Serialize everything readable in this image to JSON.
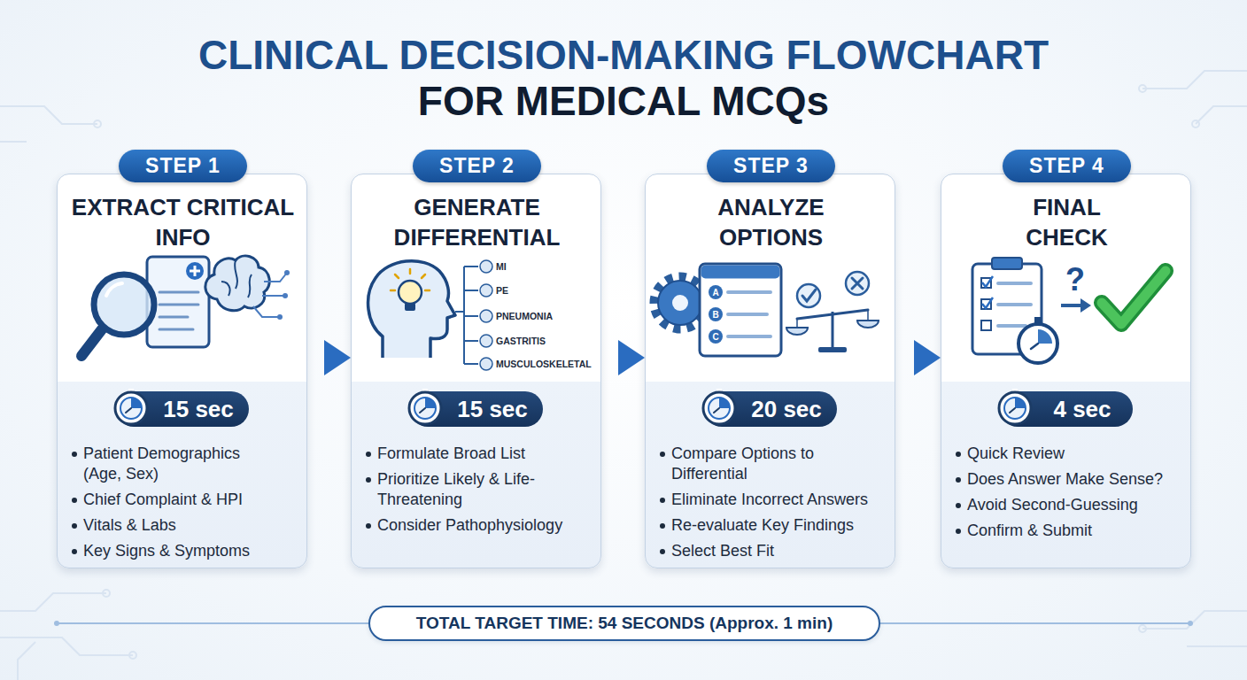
{
  "diagram": {
    "title": "CLINICAL DECISION-MAKING FLOWCHART FOR MEDICAL MCQs",
    "nodes": [
      {
        "text": [
          "EXTRACT CRITICAL INFO",
          "Patient Demographics (Age, Sex)",
          "Chief Complaint & HPI",
          "Vitals & Labs",
          "Key Signs & Symptoms"
        ]
      },
      {
        "text": [
          "STEP 1"
        ],
        "in": 0
      },
      {
        "text": [
          "15 sec"
        ],
        "in": 0
      },
      {
        "text": [
          "GENERATE DIFFERENTIAL",
          "Formulate Broad List",
          "Prioritize Likely & Life-Threatening",
          "Consider Pathophysiology"
        ]
      },
      {
        "text": [
          "STEP 2"
        ],
        "in": 3
      },
      {
        "text": [
          "15 sec"
        ],
        "in": 3
      },
      {
        "text": [
          "ANALYZE OPTIONS",
          "Compare Options to Differential",
          "Eliminate Incorrect Answers",
          "Re-evaluate Key Findings",
          "Select Best Fit"
        ]
      },
      {
        "text": [
          "STEP 3"
        ],
        "in": 6
      },
      {
        "text": [
          "20 sec"
        ],
        "in": 6
      },
      {
        "text": [
          "FINAL CHECK",
          "Quick Review",
          "Does Answer Make Sense?",
          "Avoid Second-Guessing",
          "Confirm & Submit"
        ]
      },
      {
        "text": [
          "STEP 4"
        ],
        "in": 9
      },
      {
        "text": [
          "4 sec"
        ],
        "in": 9
      },
      {
        "text": [
          "TOTAL TARGET TIME: 54 SECONDS (Approx. 1 min)"
        ]
      }
    ],
    "edges": [
      {
        "from": 0,
        "to": 3,
        "arrow": "to"
      },
      {
        "from": 3,
        "to": 6,
        "arrow": "to"
      },
      {
        "from": 6,
        "to": 9,
        "arrow": "to"
      }
    ],
    "labels": [
      "MI",
      "PE",
      "PNEUMONIA",
      "GASTRITIS",
      "MUSCULOSKELETAL",
      "A",
      "B",
      "C",
      "?"
    ]
  }
}
